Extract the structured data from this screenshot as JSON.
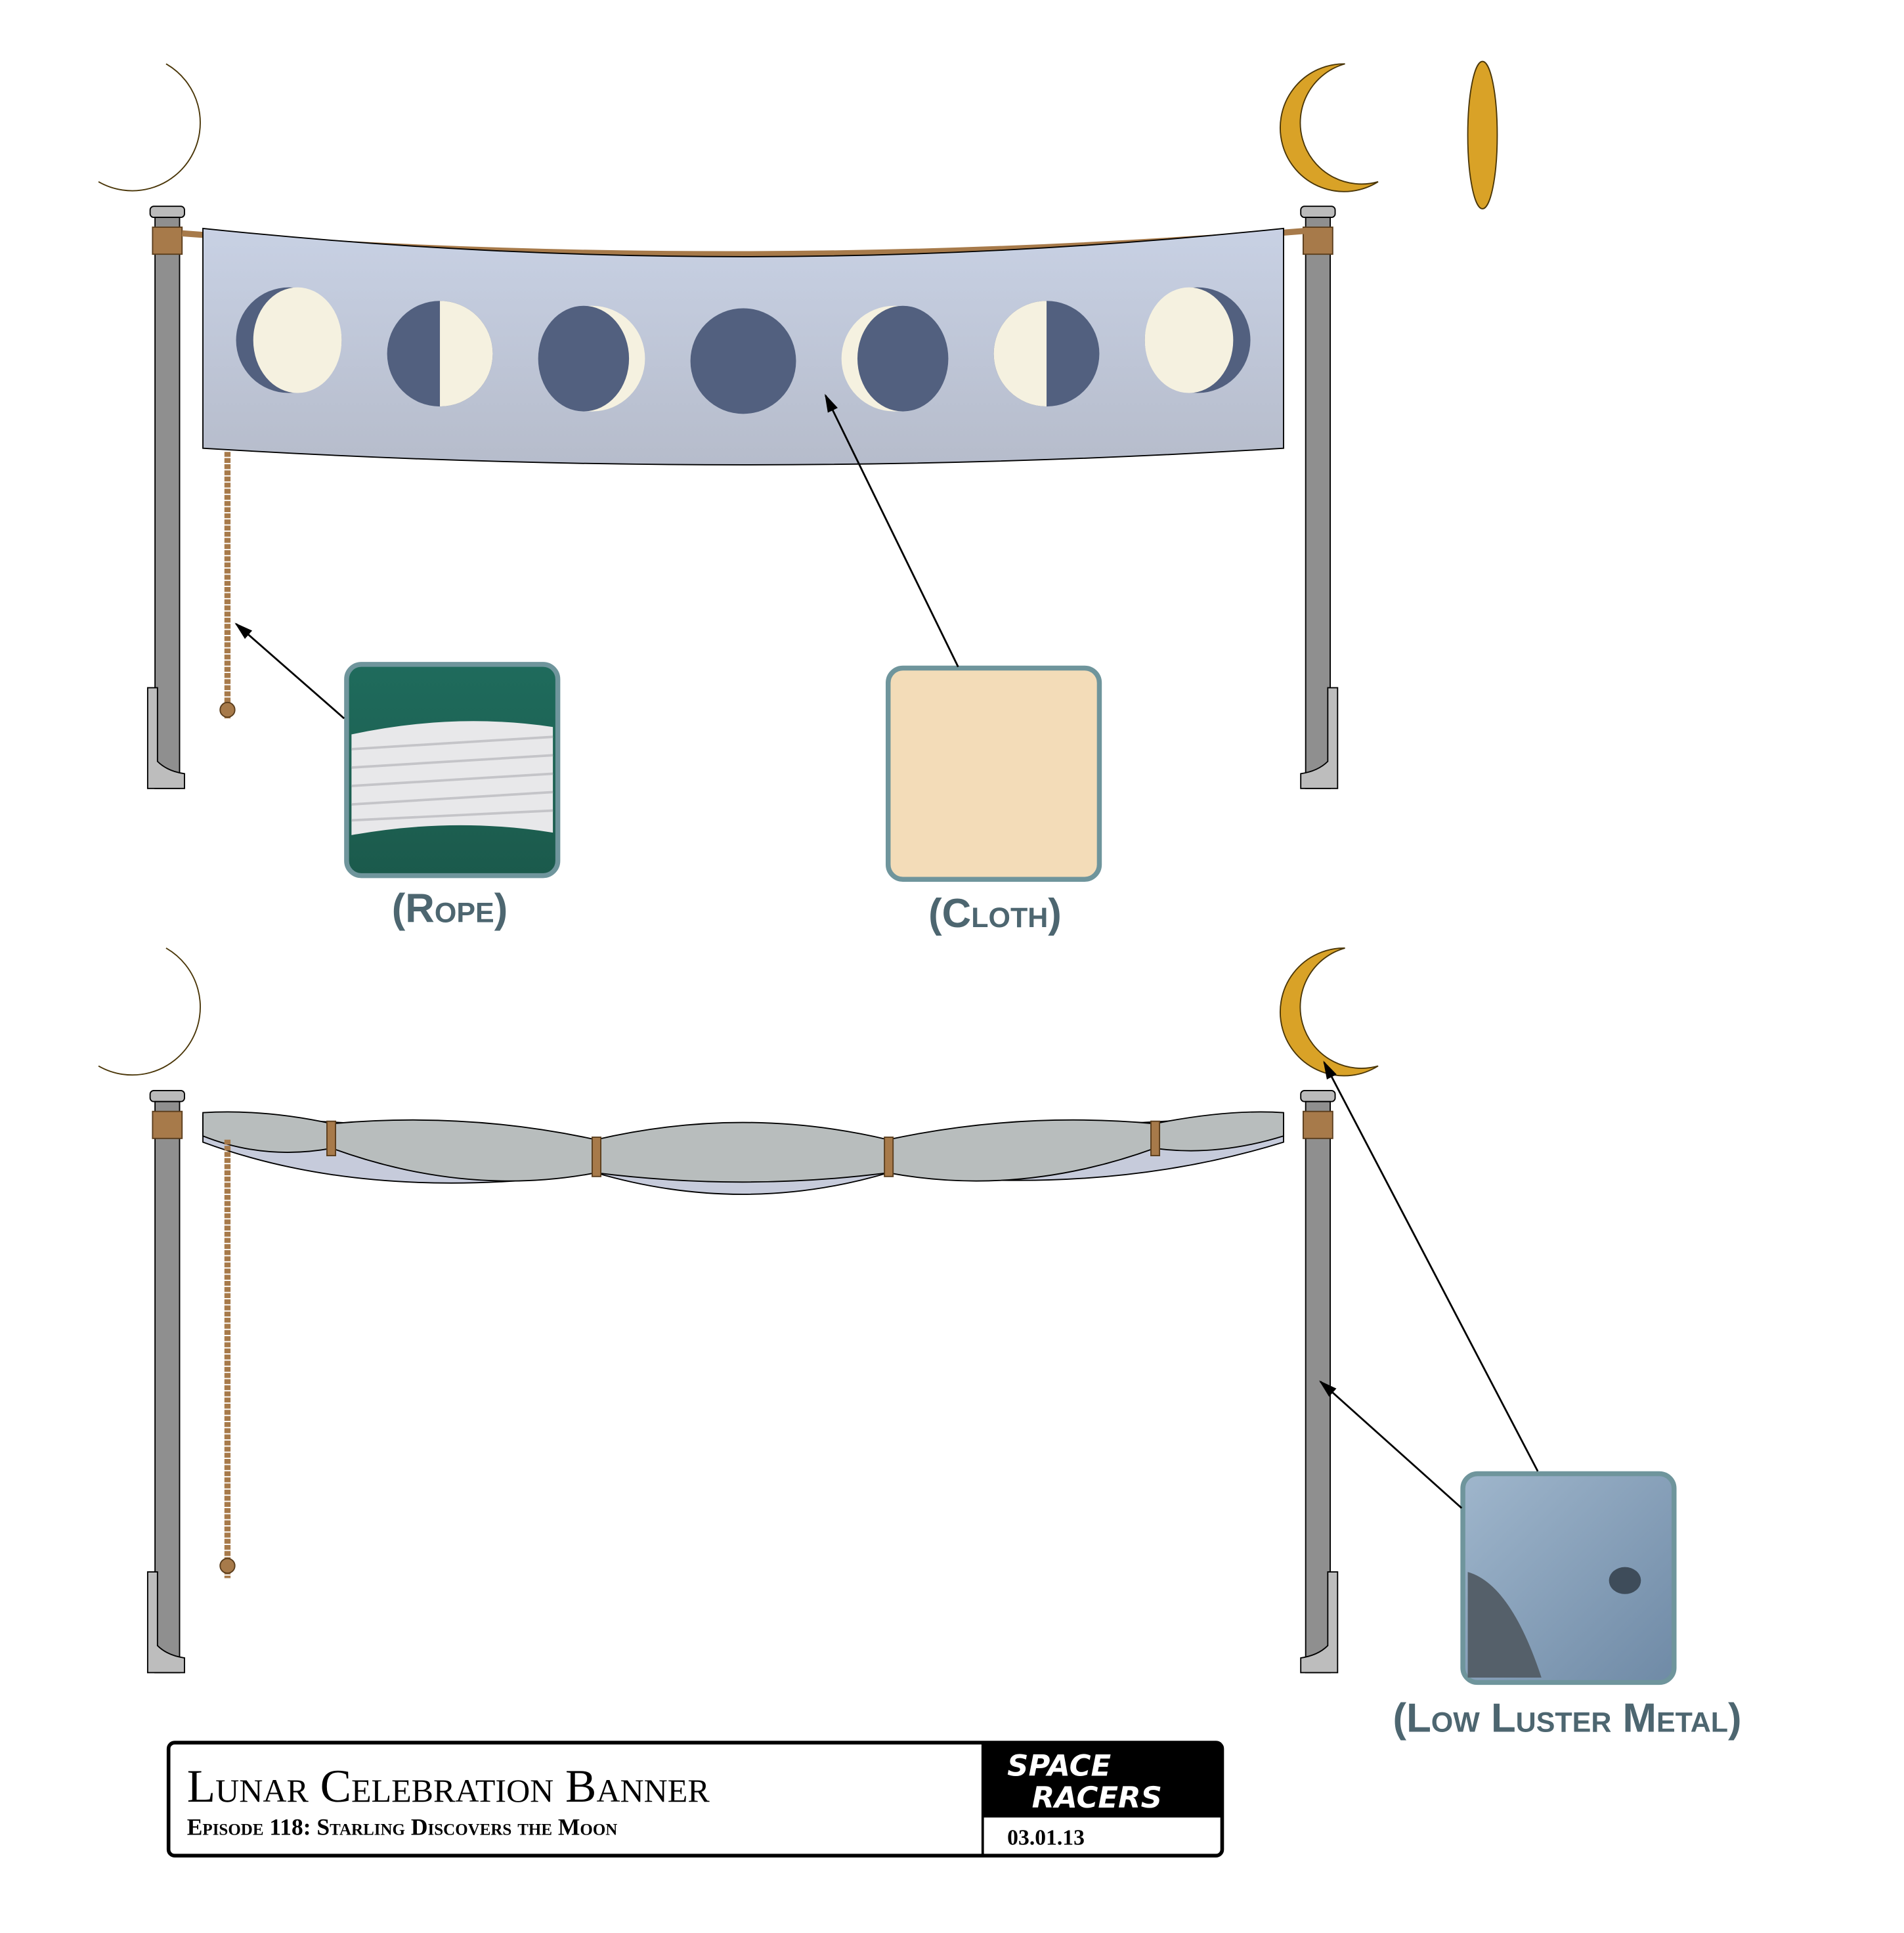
{
  "callouts": {
    "rope": "(Rope)",
    "cloth": "(Cloth)",
    "metal": "(Low Luster Metal)"
  },
  "title_block": {
    "title": "Lunar Celebration Banner",
    "subtitle": "Episode 118: Starling Discovers the Moon",
    "logo_line1": "SPACE",
    "logo_line2": "RACERS",
    "date": "03.01.13"
  },
  "colors": {
    "moon_gold": "#d9a227",
    "pole": "#8f8f8f",
    "banner": "#c5cde0",
    "moon_dark": "#52607f",
    "moon_light": "#f5f1e0",
    "rope": "#a77a4a",
    "label": "#4d6670",
    "swatch_border": "#6f959c"
  }
}
